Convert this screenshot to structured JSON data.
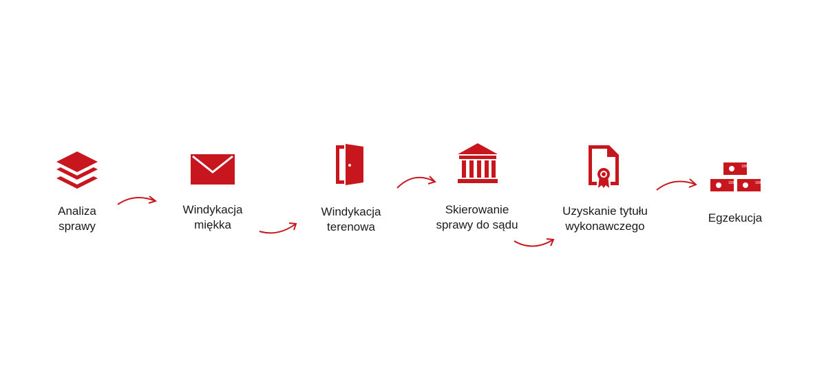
{
  "colors": {
    "accent": "#c8161e",
    "text": "#1a1a1a",
    "background": "#ffffff"
  },
  "steps": [
    {
      "icon": "layers-icon",
      "label_line1": "Analiza",
      "label_line2": "sprawy"
    },
    {
      "icon": "envelope-icon",
      "label_line1": "Windykacja",
      "label_line2": "miękka"
    },
    {
      "icon": "door-icon",
      "label_line1": "Windykacja",
      "label_line2": "terenowa"
    },
    {
      "icon": "courthouse-icon",
      "label_line1": "Skierowanie",
      "label_line2": "sprawy do sądu"
    },
    {
      "icon": "certificate-document-icon",
      "label_line1": "Uzyskanie tytułu",
      "label_line2": "wykonawczego"
    },
    {
      "icon": "money-stack-icon",
      "label_line1": "Egzekucja",
      "label_line2": ""
    }
  ],
  "banknote_value": "100"
}
